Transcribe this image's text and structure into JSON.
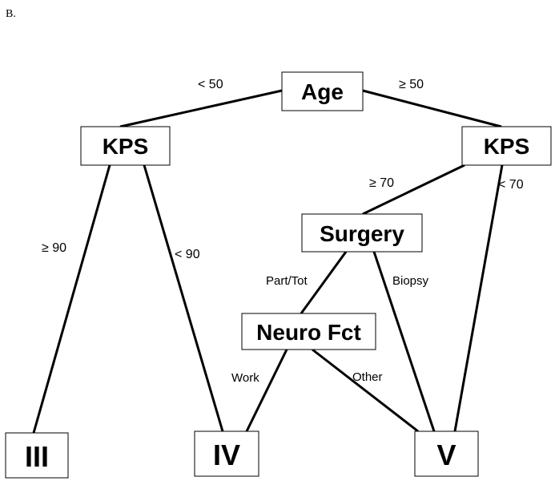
{
  "panel_label": "B.",
  "nodes": {
    "age": "Age",
    "kps_left": "KPS",
    "kps_right": "KPS",
    "surgery": "Surgery",
    "neuro": "Neuro Fct"
  },
  "leaves": {
    "iii": "III",
    "iv": "IV",
    "v": "V"
  },
  "edges": {
    "age_lt50": "< 50",
    "age_ge50": "≥ 50",
    "kpsl_ge90": "≥ 90",
    "kpsl_lt90": "< 90",
    "kpsr_ge70": "≥ 70",
    "kpsr_lt70": "< 70",
    "surg_parttot": "Part/Tot",
    "surg_biopsy": "Biopsy",
    "neuro_work": "Work",
    "neuro_other": "Other"
  }
}
